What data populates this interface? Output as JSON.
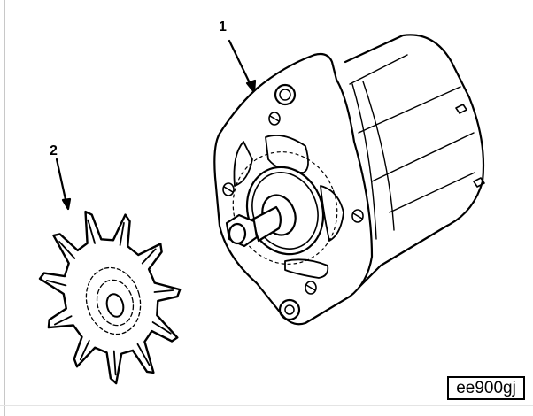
{
  "callouts": [
    {
      "number": "1",
      "part": "alternator"
    },
    {
      "number": "2",
      "part": "fan"
    }
  ],
  "figure_code": "ee900gj",
  "colors": {
    "line": "#000000",
    "background": "#ffffff"
  }
}
